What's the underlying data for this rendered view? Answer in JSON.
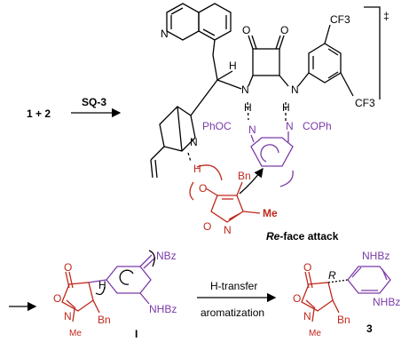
{
  "scheme": {
    "reactants": "1 + 2",
    "catalyst": "SQ-3",
    "ts_mark": "‡",
    "attack_label_italic": "Re",
    "attack_label_rest": "-face attack",
    "atoms": {
      "N": "N",
      "H": "H",
      "O": "O",
      "CF3": "CF3",
      "PhOC": "PhOC",
      "COPh": "COPh",
      "Bn": "Bn",
      "Me": "Me",
      "NBz": "NBz",
      "NHBz": "NHBz",
      "R": "R"
    },
    "intermediate": "I",
    "step_top": "H-transfer",
    "step_bottom": "aromatization",
    "product": "3"
  },
  "colors": {
    "black": "#000000",
    "red": "#c0281c",
    "purple": "#7a3aa8"
  }
}
